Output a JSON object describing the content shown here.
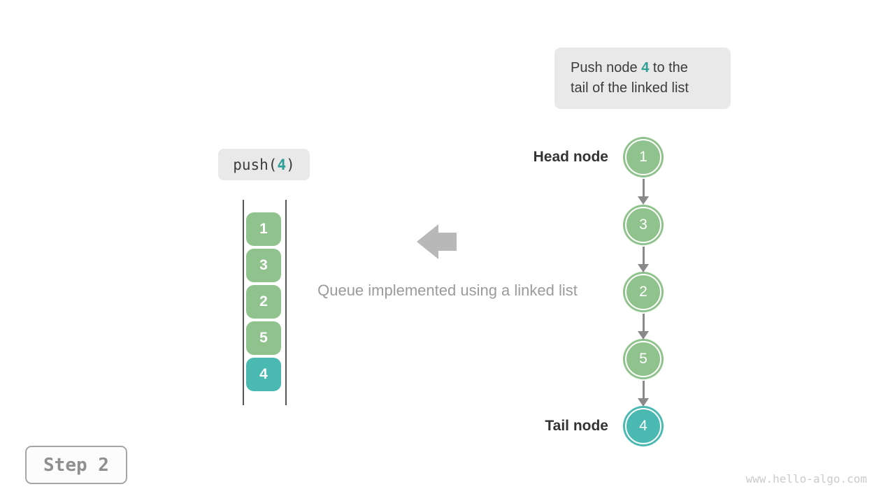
{
  "colors": {
    "node_green": "#8fc28d",
    "node_teal": "#4ab9b2",
    "accent_text": "#2e9e96",
    "box_background": "#e9e9e9",
    "connector_gray": "#8a8a8a",
    "block_arrow_gray": "#b8b8b8"
  },
  "callout": {
    "line1_pre": "Push node ",
    "line1_accent": "4",
    "line1_post": " to the",
    "line2": "tail of the linked list"
  },
  "push_call": {
    "pre": "push(",
    "accent": "4",
    "post": ")"
  },
  "stack": {
    "items": [
      {
        "value": "1",
        "color": "green"
      },
      {
        "value": "3",
        "color": "green"
      },
      {
        "value": "2",
        "color": "green"
      },
      {
        "value": "5",
        "color": "green"
      },
      {
        "value": "4",
        "color": "teal"
      }
    ]
  },
  "caption": "Queue implemented using a linked list",
  "linked_list": {
    "head_label": "Head node",
    "tail_label": "Tail node",
    "nodes": [
      {
        "value": "1",
        "color": "green"
      },
      {
        "value": "3",
        "color": "green"
      },
      {
        "value": "2",
        "color": "green"
      },
      {
        "value": "5",
        "color": "green"
      },
      {
        "value": "4",
        "color": "teal"
      }
    ]
  },
  "step_badge": "Step 2",
  "watermark": "www.hello-algo.com"
}
